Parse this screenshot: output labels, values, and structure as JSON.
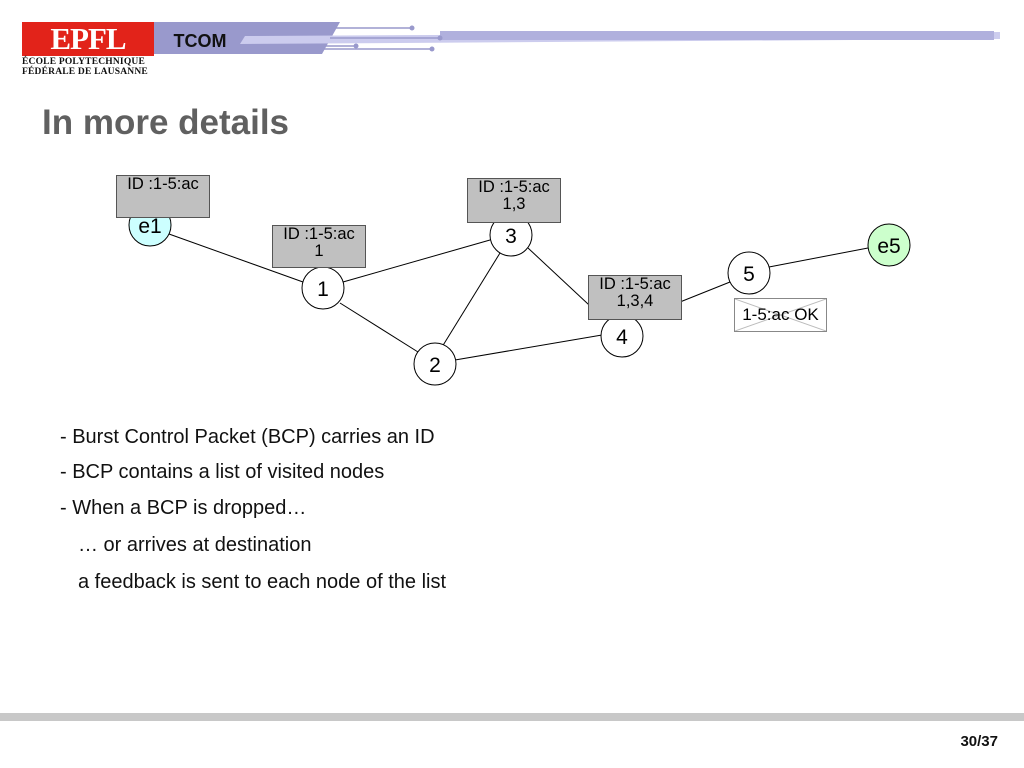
{
  "header": {
    "logo_text": "EPFL",
    "logo_sub1": "ÉCOLE POLYTECHNIQUE",
    "logo_sub2": "FÉDÉRALE DE LAUSANNE",
    "section": "TCOM"
  },
  "title": "In more details",
  "diagram": {
    "nodes": {
      "e1": "e1",
      "n1": "1",
      "n2": "2",
      "n3": "3",
      "n4": "4",
      "n5": "5",
      "e5": "e5"
    },
    "packets": {
      "at_e1": [
        "ID :1-5:ac"
      ],
      "at_n1": [
        "ID :1-5:ac",
        "1"
      ],
      "at_n3": [
        "ID :1-5:ac",
        "1,3"
      ],
      "at_n4": [
        "ID :1-5:ac",
        "1,3,4"
      ]
    },
    "ok_box": "1-5:ac OK",
    "colors": {
      "edge_node_fill": "#ccffff",
      "dest_node_fill": "#ccffcc",
      "packet_fill": "#c0c0c0",
      "accent_blue": "#9999cc",
      "logo_red": "#e2231a"
    }
  },
  "bullets": [
    "- Burst Control Packet (BCP) carries an ID",
    "- BCP contains a list of visited nodes",
    "- When a BCP is dropped…",
    "… or arrives at destination",
    "a feedback is sent to each node of the list"
  ],
  "footer": {
    "page": "30/37"
  }
}
